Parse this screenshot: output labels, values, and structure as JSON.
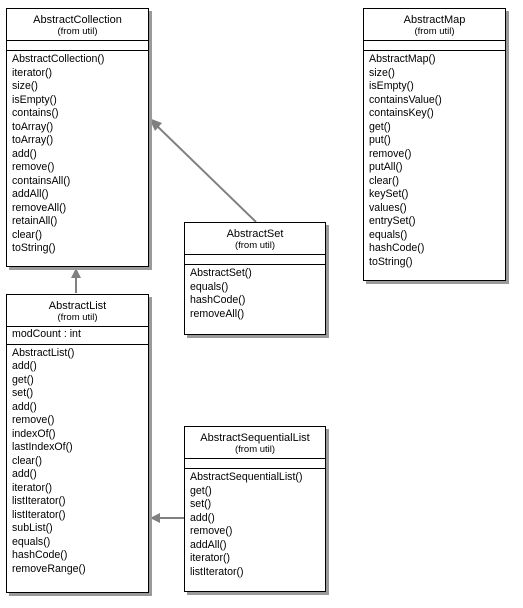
{
  "classes": {
    "abstract_collection": {
      "name": "AbstractCollection",
      "package": "(from util)",
      "attributes": [],
      "operations": [
        "AbstractCollection()",
        "iterator()",
        "size()",
        "isEmpty()",
        "contains()",
        "toArray()",
        "toArray()",
        "add()",
        "remove()",
        "containsAll()",
        "addAll()",
        "removeAll()",
        "retainAll()",
        "clear()",
        "toString()"
      ]
    },
    "abstract_map": {
      "name": "AbstractMap",
      "package": "(from util)",
      "attributes": [],
      "operations": [
        "AbstractMap()",
        "size()",
        "isEmpty()",
        "containsValue()",
        "containsKey()",
        "get()",
        "put()",
        "remove()",
        "putAll()",
        "clear()",
        "keySet()",
        "values()",
        "entrySet()",
        "equals()",
        "hashCode()",
        "toString()"
      ]
    },
    "abstract_set": {
      "name": "AbstractSet",
      "package": "(from util)",
      "attributes": [],
      "operations": [
        "AbstractSet()",
        "equals()",
        "hashCode()",
        "removeAll()"
      ]
    },
    "abstract_list": {
      "name": "AbstractList",
      "package": "(from util)",
      "attributes": [
        "modCount : int"
      ],
      "operations": [
        "AbstractList()",
        "add()",
        "get()",
        "set()",
        "add()",
        "remove()",
        "indexOf()",
        "lastIndexOf()",
        "clear()",
        "add()",
        "iterator()",
        "listIterator()",
        "listIterator()",
        "subList()",
        "equals()",
        "hashCode()",
        "removeRange()"
      ]
    },
    "abstract_sequential_list": {
      "name": "AbstractSequentialList",
      "package": "(from util)",
      "attributes": [],
      "operations": [
        "AbstractSequentialList()",
        "get()",
        "set()",
        "add()",
        "remove()",
        "addAll()",
        "iterator()",
        "listIterator()"
      ]
    }
  },
  "colors": {
    "line": "#808080",
    "shadow": "#9a9a9a",
    "border": "#000000"
  }
}
